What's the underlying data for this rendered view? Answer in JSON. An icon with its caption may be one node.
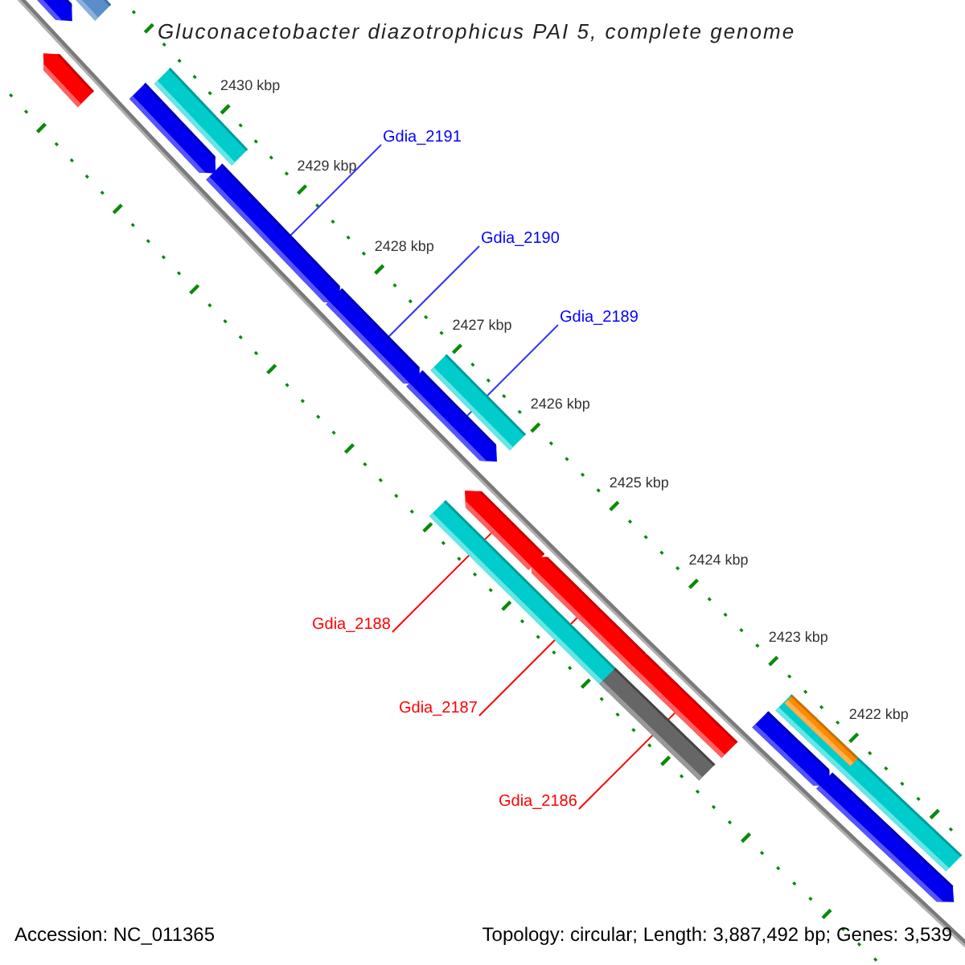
{
  "diagram": {
    "title": "Gluconacetobacter diazotrophicus PAI 5, complete genome",
    "nodes": [
      {
        "text": [],
        "shape": "arrow"
      },
      {
        "text": [],
        "shape": "bar"
      },
      {
        "text": [],
        "shape": "arrow"
      },
      {
        "text": [],
        "shape": "bar"
      },
      {
        "text": [],
        "shape": "arrow"
      },
      {
        "text": [],
        "shape": "arrow"
      },
      {
        "text": [
          "Gdia_2191"
        ]
      },
      {
        "text": [],
        "shape": "arrow"
      },
      {
        "text": [
          "Gdia_2190"
        ]
      },
      {
        "text": [],
        "shape": "bar"
      },
      {
        "text": [],
        "shape": "arrow"
      },
      {
        "text": [
          "Gdia_2189"
        ]
      },
      {
        "text": [],
        "shape": "arrow"
      },
      {
        "text": [],
        "shape": "bar"
      },
      {
        "text": [
          "Gdia_2188"
        ]
      },
      {
        "text": [],
        "shape": "arrow"
      },
      {
        "text": [
          "Gdia_2187"
        ]
      },
      {
        "text": [],
        "shape": "arrow"
      },
      {
        "text": [],
        "shape": "bar"
      },
      {
        "text": [
          "Gdia_2186"
        ]
      },
      {
        "text": [],
        "shape": "bar"
      },
      {
        "text": [],
        "shape": "bar",
        "in": 20
      },
      {
        "text": [],
        "shape": "arrow"
      },
      {
        "text": [],
        "shape": "arrow"
      }
    ],
    "edges": [
      {
        "from": 6,
        "to": 5,
        "arrow": "none"
      },
      {
        "from": 8,
        "to": 7,
        "arrow": "none"
      },
      {
        "from": 11,
        "to": 10,
        "arrow": "none"
      },
      {
        "from": 14,
        "to": 12,
        "arrow": "none",
        "color": "#ff0000"
      },
      {
        "from": 16,
        "to": 15,
        "arrow": "none",
        "color": "#ff0000"
      },
      {
        "from": 19,
        "to": 17,
        "arrow": "none",
        "color": "#ff0000"
      }
    ],
    "labels": [
      "2430 kbp",
      "2429 kbp",
      "2428 kbp",
      "2427 kbp",
      "2426 kbp",
      "2425 kbp",
      "2424 kbp",
      "2423 kbp",
      "2422 kbp",
      "Accession: NC_011365",
      "Topology: circular; Length: 3,887,492 bp; Genes: 3,539"
    ]
  }
}
